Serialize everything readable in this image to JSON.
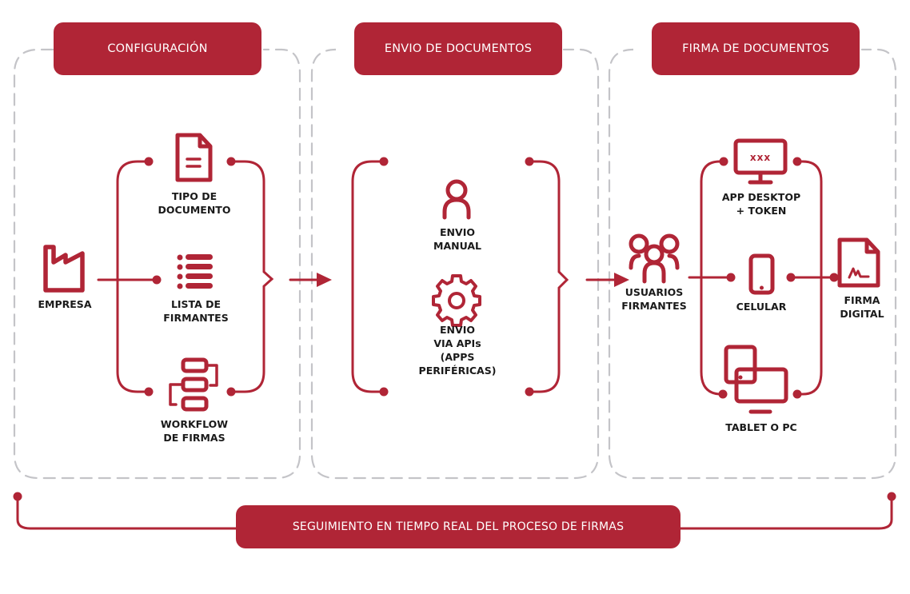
{
  "colors": {
    "accent": "#b02536",
    "dashed_border": "#c4c4c8",
    "text": "#1a1a1a"
  },
  "sections": [
    {
      "title": "CONFIGURACIÓN",
      "source": {
        "label": "EMPRESA",
        "icon": "factory-icon"
      },
      "items": [
        {
          "label_lines": [
            "TIPO DE",
            "DOCUMENTO"
          ],
          "icon": "document-icon"
        },
        {
          "label_lines": [
            "LISTA DE",
            "FIRMANTES"
          ],
          "icon": "list-icon"
        },
        {
          "label_lines": [
            "WORKFLOW",
            "DE FIRMAS"
          ],
          "icon": "workflow-icon"
        }
      ]
    },
    {
      "title": "ENVIO DE DOCUMENTOS",
      "items": [
        {
          "label_lines": [
            "ENVIO",
            "MANUAL"
          ],
          "icon": "user-icon"
        },
        {
          "label_lines": [
            "ENVIO",
            "VIA APIs",
            "(APPS",
            "PERIFÉRICAS)"
          ],
          "icon": "gear-icon"
        }
      ]
    },
    {
      "title": "FIRMA DE DOCUMENTOS",
      "source": {
        "label_lines": [
          "USUARIOS",
          "FIRMANTES"
        ],
        "icon": "users-group-icon"
      },
      "items": [
        {
          "label_lines": [
            "APP DESKTOP",
            "+ TOKEN"
          ],
          "icon": "desktop-monitor-icon",
          "screen_text": "xxx"
        },
        {
          "label_lines": [
            "CELULAR"
          ],
          "icon": "mobile-phone-icon"
        },
        {
          "label_lines": [
            "TABLET O PC"
          ],
          "icon": "tablet-pc-icon"
        }
      ],
      "result": {
        "label_lines": [
          "FIRMA",
          "DIGITAL"
        ],
        "icon": "signed-document-icon"
      }
    }
  ],
  "footer": {
    "label": "SEGUIMIENTO EN TIEMPO REAL DEL PROCESO DE FIRMAS"
  }
}
